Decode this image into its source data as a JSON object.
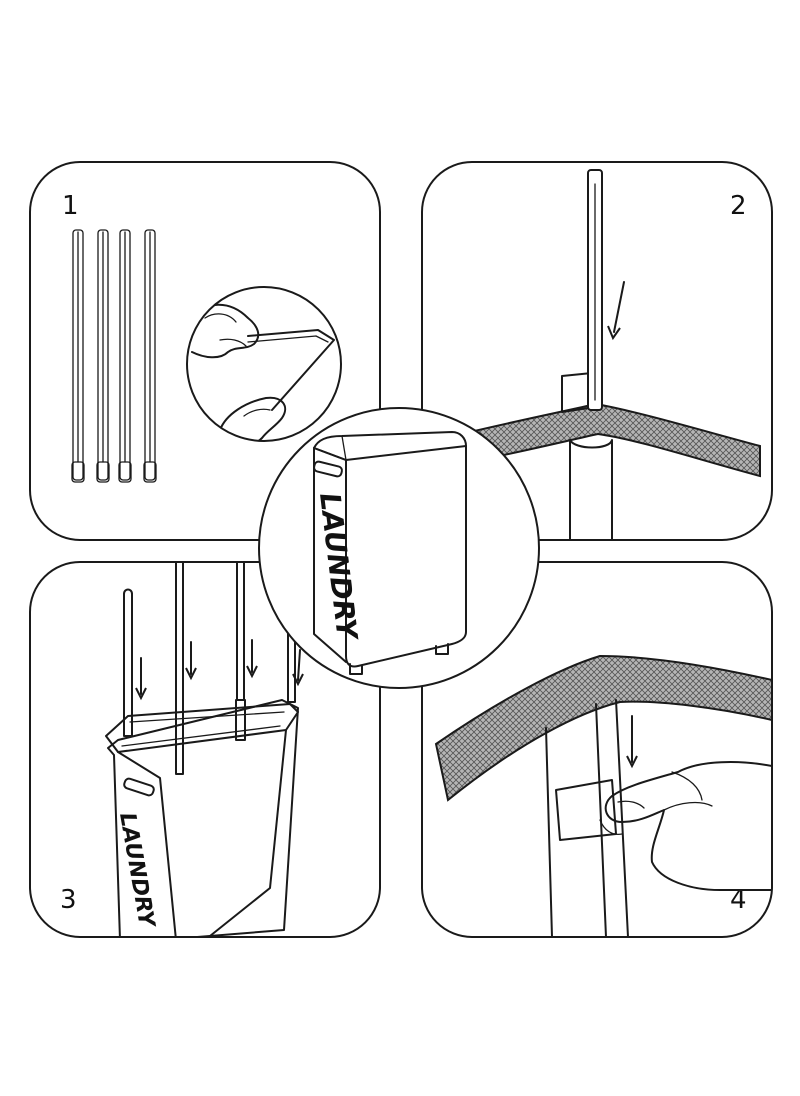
{
  "steps": [
    {
      "number": "1"
    },
    {
      "number": "2"
    },
    {
      "number": "3"
    },
    {
      "number": "4"
    }
  ],
  "product": {
    "label_center": "LAUNDRY",
    "label_step3": "LAUNDRY"
  },
  "colors": {
    "line": "#1a1a1a",
    "mesh_fill": "#9a9a9a",
    "background": "#ffffff"
  },
  "icons": [
    "arrow-down-icon",
    "hand-icon",
    "rod-icon"
  ]
}
